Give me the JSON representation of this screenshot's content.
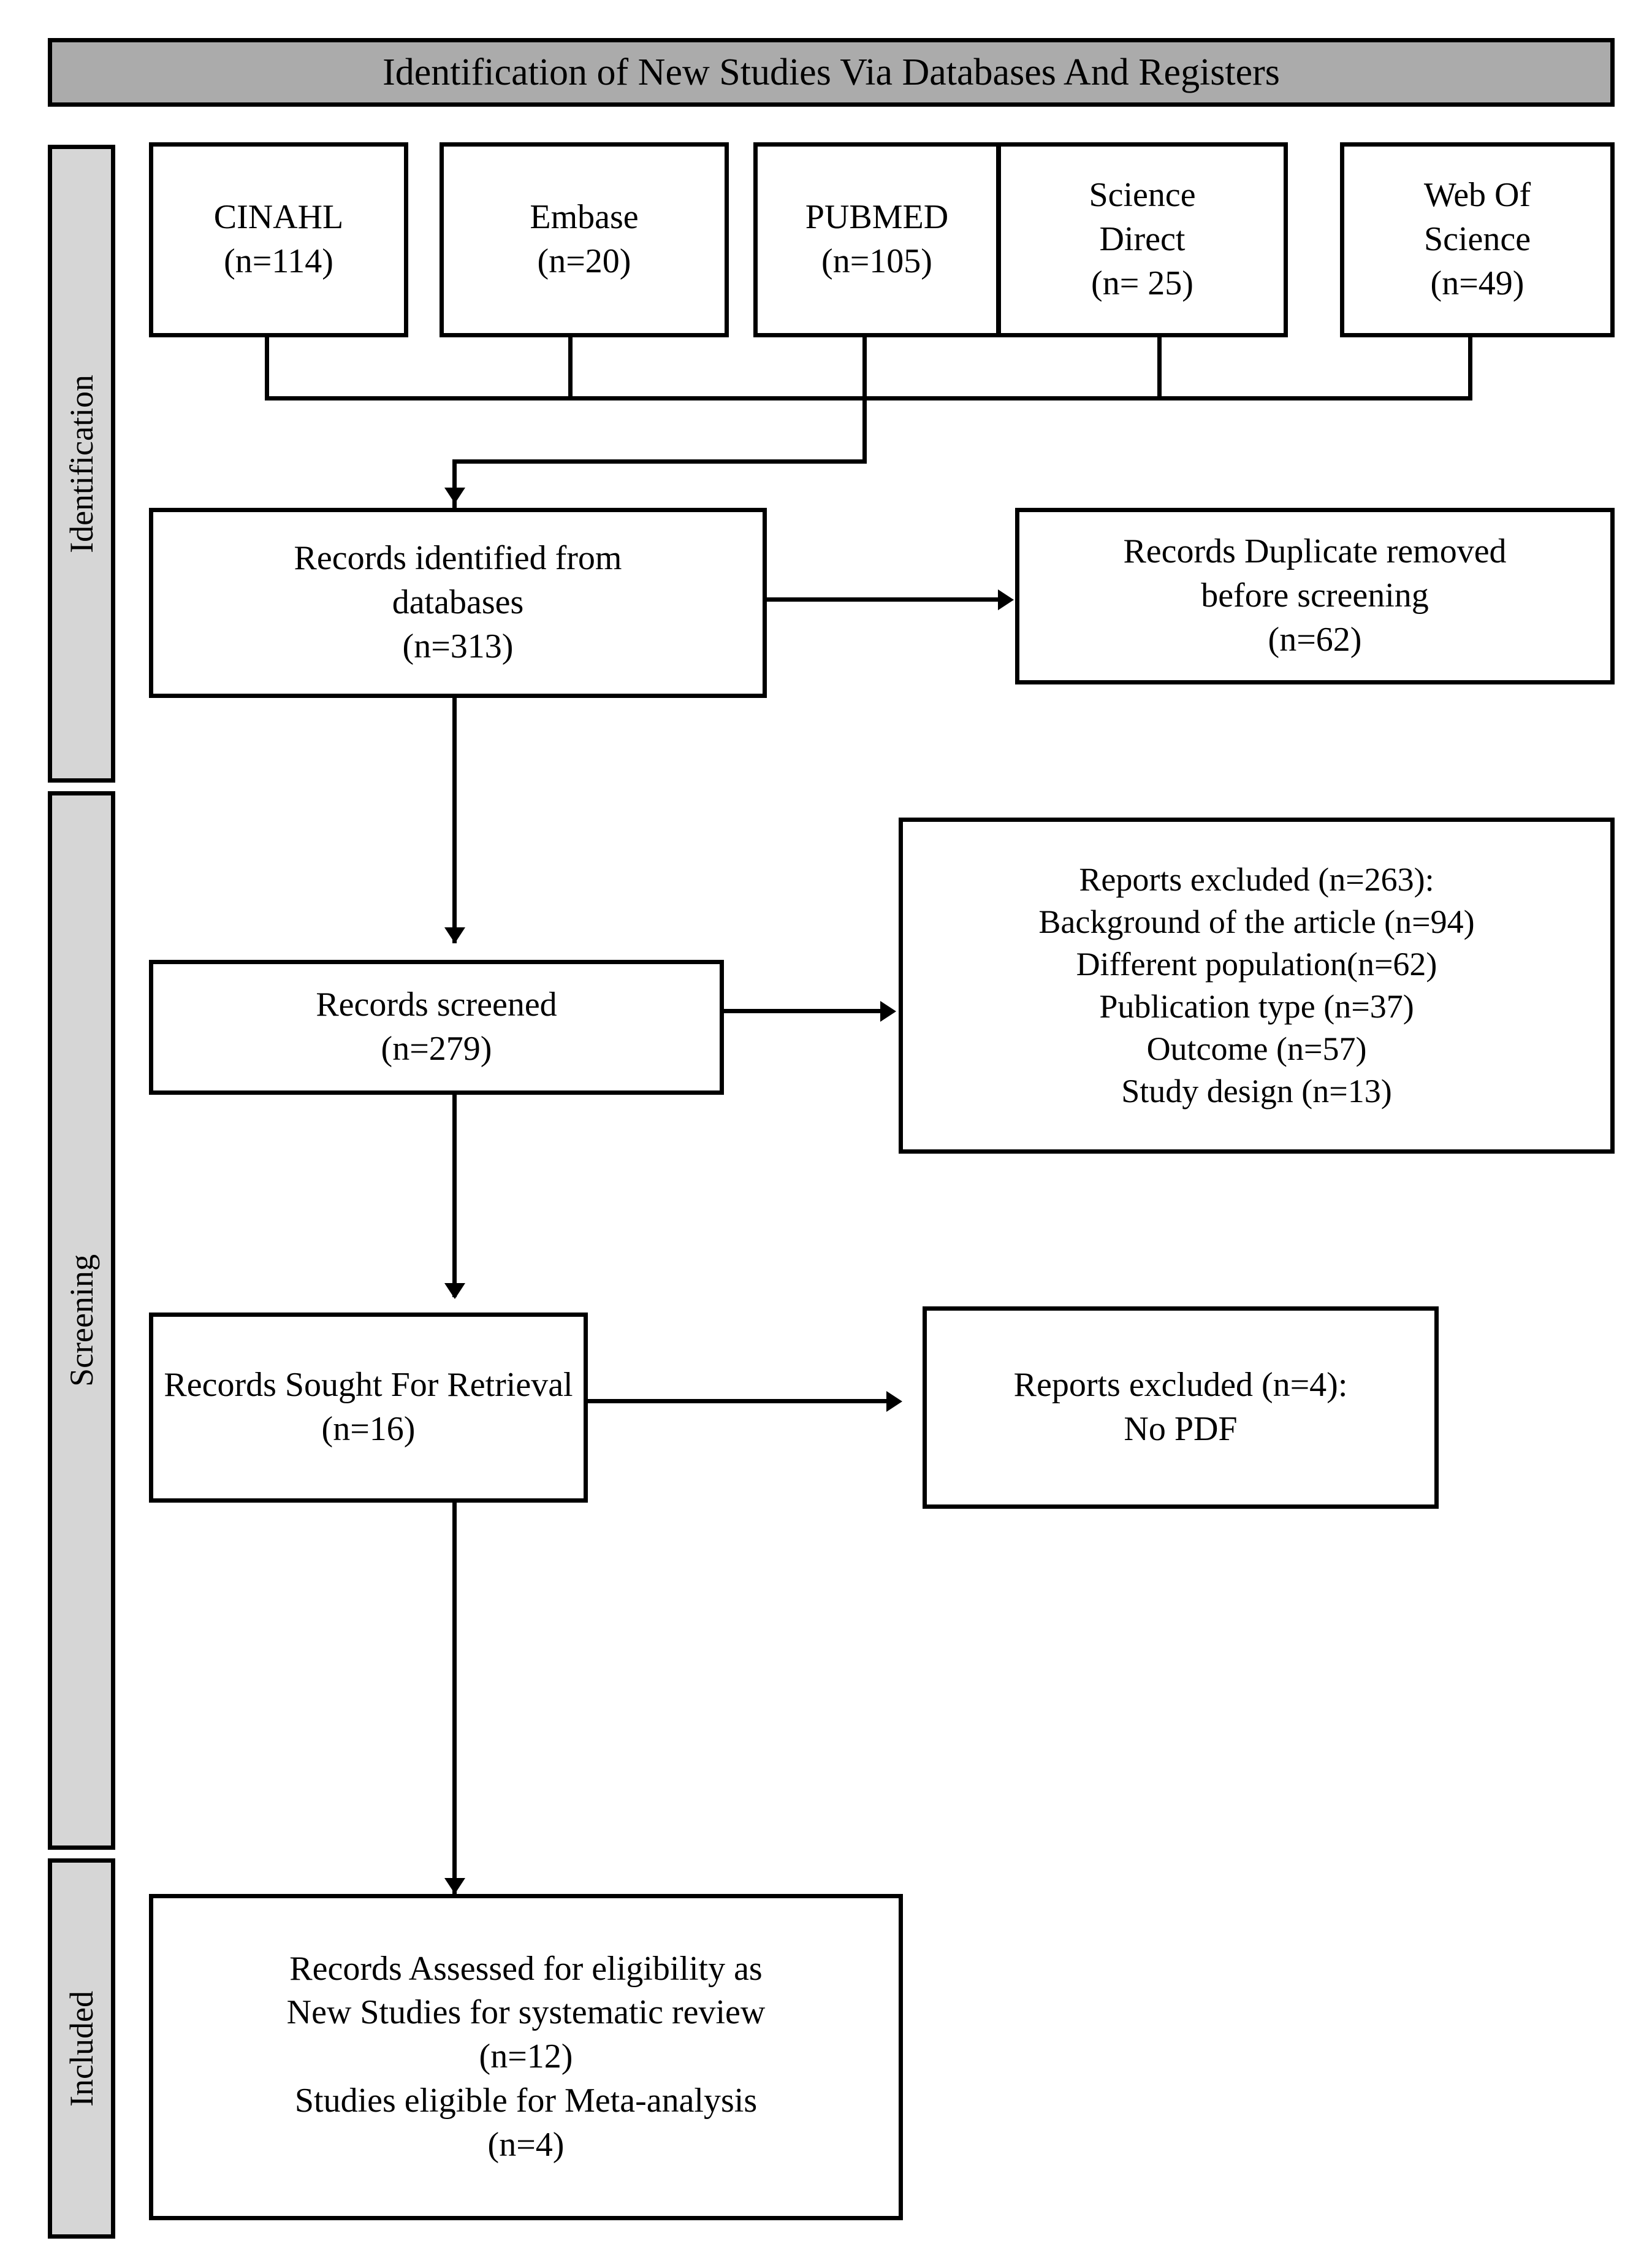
{
  "header": {
    "title": "Identification of New Studies Via Databases And Registers"
  },
  "phases": [
    {
      "id": "identification",
      "label": "Identification"
    },
    {
      "id": "screening",
      "label": "Screening"
    },
    {
      "id": "included",
      "label": "Included"
    }
  ],
  "databases": [
    {
      "id": "cinahl",
      "name": "CINAHL",
      "count": "(n=114)"
    },
    {
      "id": "embase",
      "name": "Embase",
      "count": "(n=20)"
    },
    {
      "id": "pubmed",
      "name": "PUBMED",
      "count": "(n=105)"
    },
    {
      "id": "science-direct",
      "name": "Science\nDirect",
      "count": "(n= 25)"
    },
    {
      "id": "web-of-science",
      "name": "Web Of\nScience",
      "count": "(n=49)"
    }
  ],
  "nodes": {
    "records_identified": {
      "line1": "Records identified from",
      "line2": "databases",
      "count": "(n=313)"
    },
    "duplicates_removed": {
      "line1": "Records Duplicate removed",
      "line2": "before screening",
      "count": "(n=62)"
    },
    "records_screened": {
      "line1": "Records screened",
      "count": "(n=279)"
    },
    "reports_excluded_screening": {
      "line1": "Reports excluded (n=263):",
      "line2": "Background of the article (n=94)",
      "line3": "Different population(n=62)",
      "line4": "Publication type (n=37)",
      "line5": "Outcome (n=57)",
      "line6": "Study design (n=13)"
    },
    "records_sought": {
      "line1": "Records Sought For Retrieval",
      "count": "(n=16)"
    },
    "reports_excluded_retrieval": {
      "line1": "Reports excluded (n=4):",
      "line2": "No PDF"
    },
    "records_included": {
      "line1": "Records Assessed for eligibility as",
      "line2": "New Studies for systematic  review",
      "count1": "(n=12)",
      "line3": "Studies eligible for Meta-analysis",
      "count2": "(n=4)"
    }
  },
  "chart_data": {
    "type": "diagram",
    "title": "Identification of New Studies Via Databases And Registers",
    "diagram_kind": "PRISMA flow diagram",
    "phases": [
      "Identification",
      "Screening",
      "Included"
    ],
    "sources": [
      {
        "name": "CINAHL",
        "n": 114
      },
      {
        "name": "Embase",
        "n": 20
      },
      {
        "name": "PUBMED",
        "n": 105
      },
      {
        "name": "Science Direct",
        "n": 25
      },
      {
        "name": "Web Of Science",
        "n": 49
      }
    ],
    "flow": [
      {
        "step": "Records identified from databases",
        "n": 313,
        "phase": "Identification"
      },
      {
        "step": "Records Duplicate removed before screening",
        "n": 62,
        "phase": "Identification",
        "kind": "excluded"
      },
      {
        "step": "Records screened",
        "n": 279,
        "phase": "Screening"
      },
      {
        "step": "Reports excluded",
        "n": 263,
        "phase": "Screening",
        "kind": "excluded",
        "reasons": [
          {
            "reason": "Background of the article",
            "n": 94
          },
          {
            "reason": "Different population",
            "n": 62
          },
          {
            "reason": "Publication type",
            "n": 37
          },
          {
            "reason": "Outcome",
            "n": 57
          },
          {
            "reason": "Study design",
            "n": 13
          }
        ]
      },
      {
        "step": "Records Sought For Retrieval",
        "n": 16,
        "phase": "Screening"
      },
      {
        "step": "Reports excluded: No PDF",
        "n": 4,
        "phase": "Screening",
        "kind": "excluded"
      },
      {
        "step": "Records Assessed for eligibility as New Studies for systematic review",
        "n": 12,
        "phase": "Included"
      },
      {
        "step": "Studies eligible for Meta-analysis",
        "n": 4,
        "phase": "Included"
      }
    ],
    "colors": {
      "header_fill": "#ababab",
      "phase_fill": "#d6d6d6",
      "box_stroke": "#000000",
      "box_fill": "#ffffff"
    }
  }
}
